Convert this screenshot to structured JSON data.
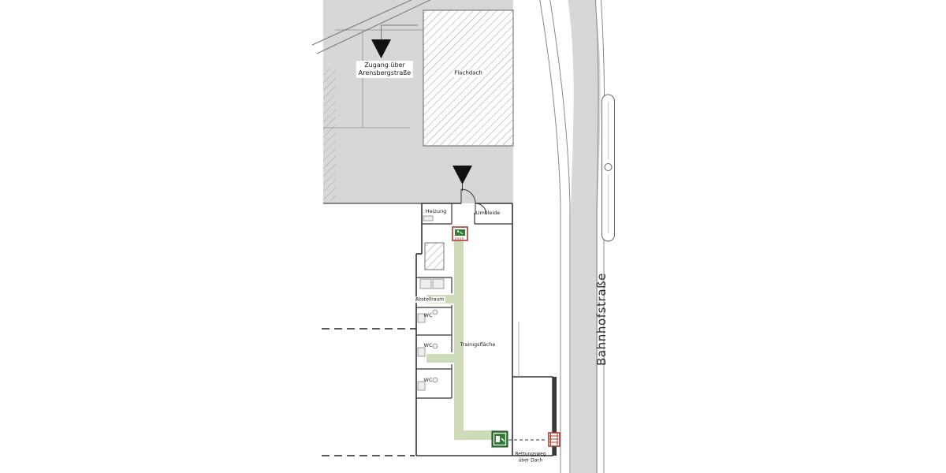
{
  "plan": {
    "labels": {
      "access_line1": "Zugang über",
      "access_line2": "Arensbergstraße",
      "flat_roof": "Flachdach",
      "heating": "Heizung",
      "changing_room": "Umkleide",
      "storage": "Abstellraum",
      "wc_1": "WC",
      "wc_2": "WC",
      "wc_3": "WC",
      "training_area": "Trainigsfläche",
      "street": "Bahnhofstraße",
      "escape_line1": "Rettungsweg",
      "escape_line2": "über Dach"
    },
    "colors": {
      "site_gray": "#d7d7d7",
      "route_green": "#c3d3ab",
      "exit_green": "#2e7d32",
      "signal_red": "#b03a2e",
      "line_dark": "#3a3a3a"
    },
    "icons": {
      "entrance_marker": "black-triangle-arrow",
      "exit_sign": "exit-sign",
      "emergency_exit": "emergency-exit-green",
      "roof_escape": "escape-ladder-red",
      "manhole": "manhole-circle"
    }
  }
}
